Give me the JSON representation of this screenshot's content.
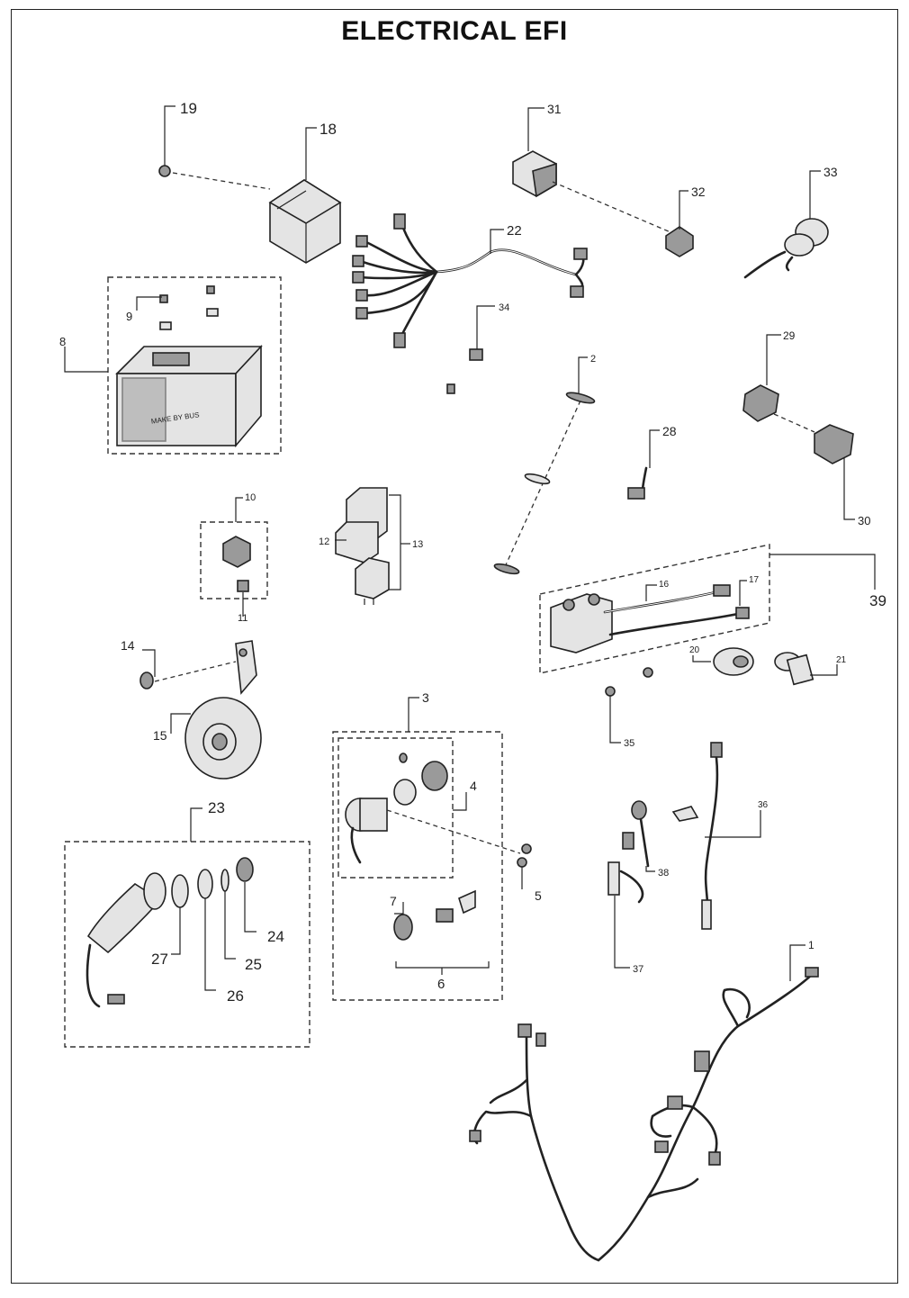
{
  "title": "ELECTRICAL EFI",
  "callouts": {
    "c1": "1",
    "c2": "2",
    "c3": "3",
    "c4": "4",
    "c5": "5",
    "c6": "6",
    "c7": "7",
    "c8": "8",
    "c9": "9",
    "c10": "10",
    "c11": "11",
    "c12": "12",
    "c13": "13",
    "c14": "14",
    "c15": "15",
    "c16": "16",
    "c17": "17",
    "c18": "18",
    "c19": "19",
    "c20": "20",
    "c21": "21",
    "c22": "22",
    "c23": "23",
    "c24": "24",
    "c25": "25",
    "c26": "26",
    "c27": "27",
    "c28": "28",
    "c29": "29",
    "c30": "30",
    "c31": "31",
    "c32": "32",
    "c33": "33",
    "c34": "34",
    "c35": "35",
    "c36": "36",
    "c37": "37",
    "c38": "38",
    "c39": "39"
  },
  "battery_label": "MAKE BY BUS"
}
